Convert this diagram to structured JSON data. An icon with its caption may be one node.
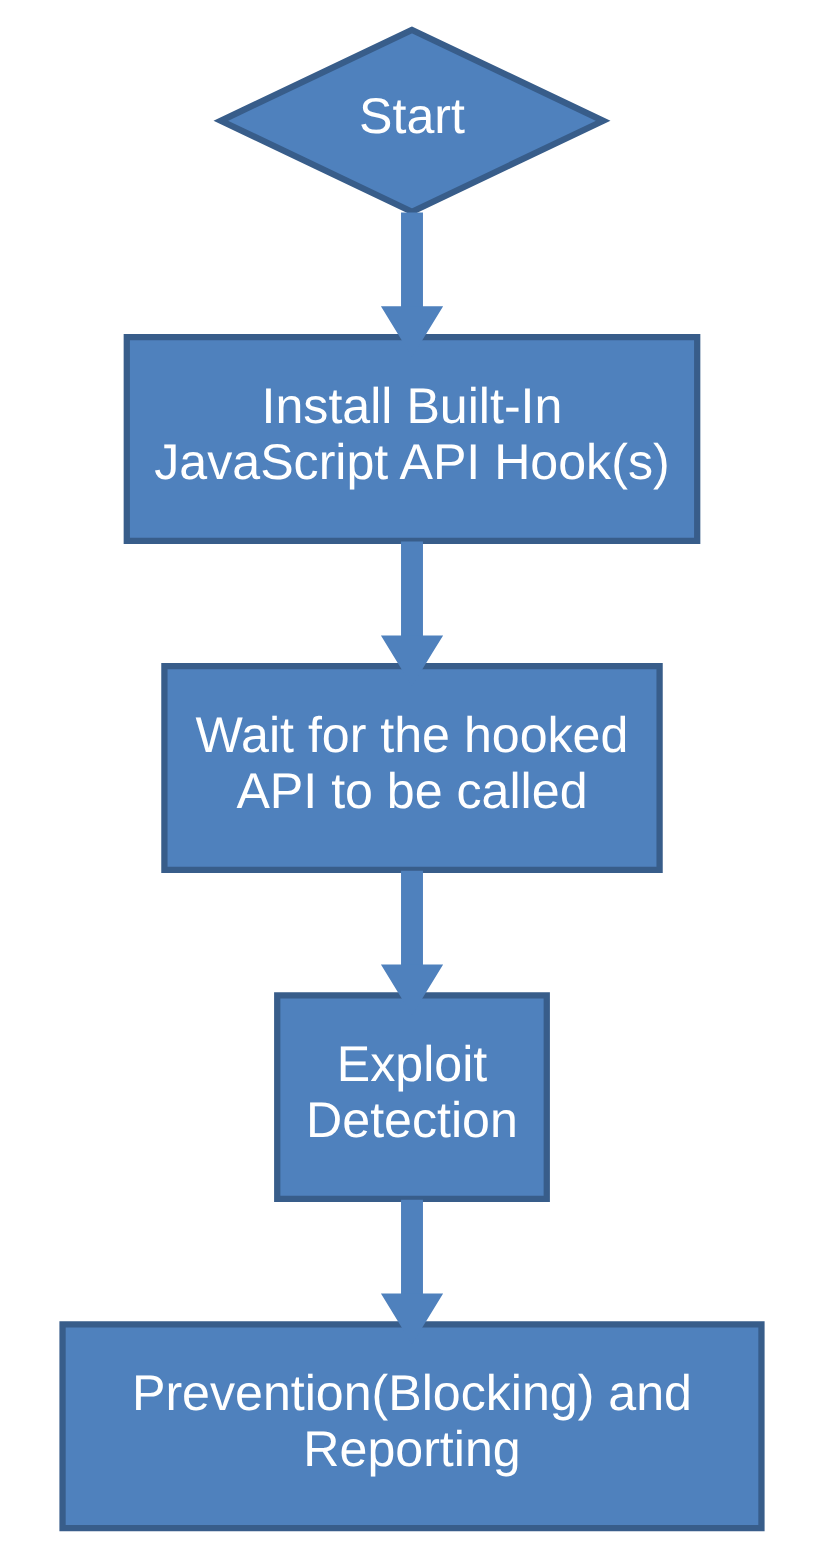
{
  "diagram": {
    "nodes": [
      {
        "text": [
          "Start"
        ]
      },
      {
        "text": [
          "Install Built-In JavaScript API Hook(s)"
        ]
      },
      {
        "text": [
          "Wait for the hooked API to be called"
        ]
      },
      {
        "text": [
          "Exploit Detection"
        ]
      },
      {
        "text": [
          "Prevention(Blocking) and Reporting"
        ]
      }
    ],
    "edges": [
      {
        "from": 0,
        "to": 1,
        "arrow": "to"
      },
      {
        "from": 1,
        "to": 2,
        "arrow": "to"
      },
      {
        "from": 2,
        "to": 3,
        "arrow": "to"
      },
      {
        "from": 3,
        "to": 4,
        "arrow": "to"
      }
    ]
  }
}
